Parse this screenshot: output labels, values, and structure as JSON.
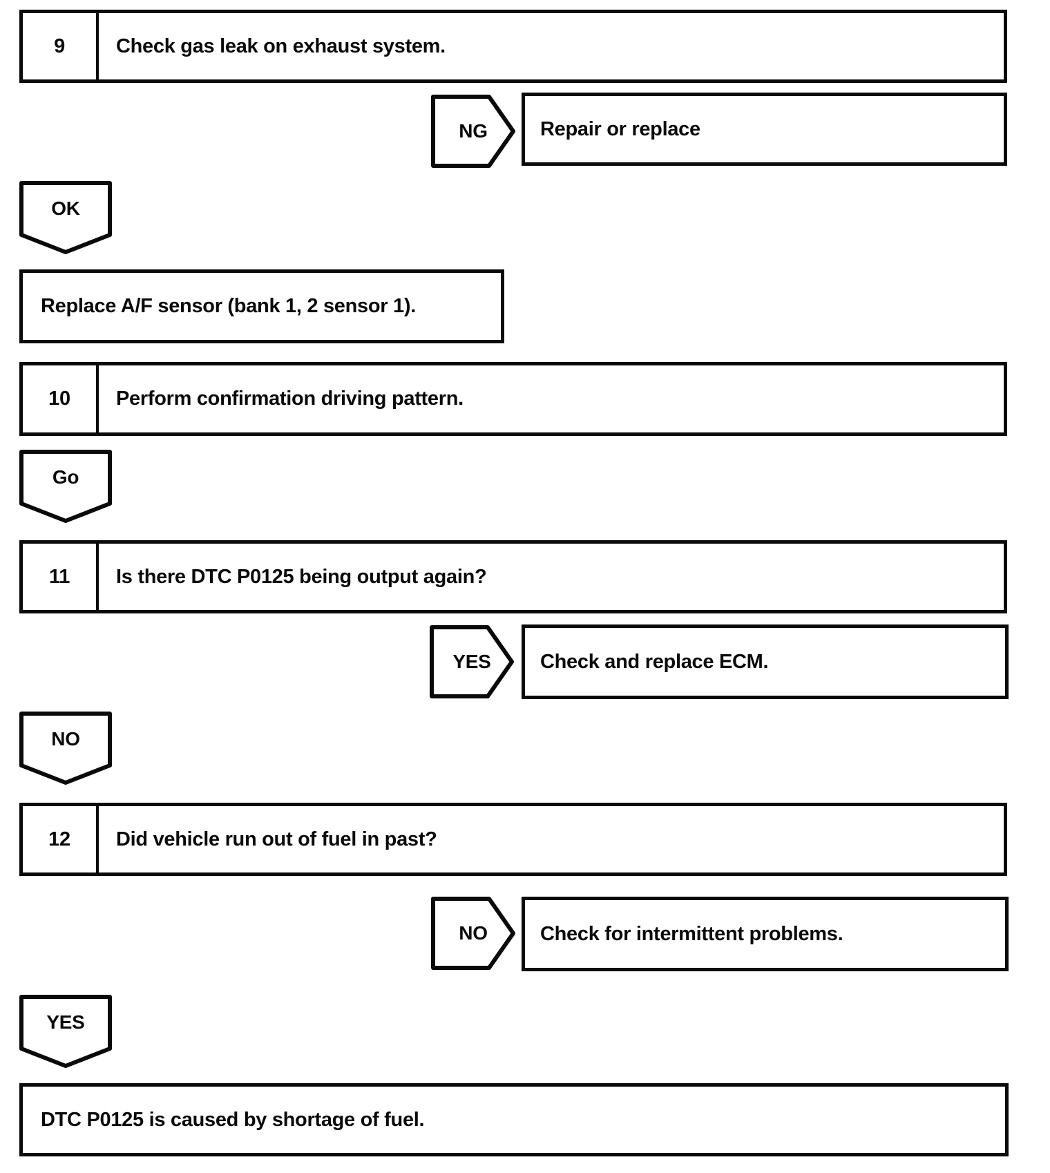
{
  "colors": {
    "ink": "#0a0a0a",
    "paper": "#ffffff"
  },
  "nodes": {
    "step9": {
      "number": "9",
      "text": "Check gas leak on exhaust system."
    },
    "ng1": {
      "label": "NG"
    },
    "repair": {
      "text": "Repair or replace"
    },
    "ok1": {
      "label": "OK"
    },
    "replace_sensor": {
      "text": "Replace A/F sensor (bank 1, 2 sensor 1)."
    },
    "step10": {
      "number": "10",
      "text": "Perform confirmation driving pattern."
    },
    "go1": {
      "label": "Go"
    },
    "step11": {
      "number": "11",
      "text": "Is there DTC P0125 being output again?"
    },
    "yes1": {
      "label": "YES"
    },
    "ecm": {
      "text": "Check and replace ECM."
    },
    "no1": {
      "label": "NO"
    },
    "step12": {
      "number": "12",
      "text": "Did vehicle run out of fuel in past?"
    },
    "no2": {
      "label": "NO"
    },
    "intermittent": {
      "text": "Check for intermittent problems."
    },
    "yes2": {
      "label": "YES"
    },
    "conclusion": {
      "text": "DTC P0125 is caused by shortage of fuel."
    }
  }
}
